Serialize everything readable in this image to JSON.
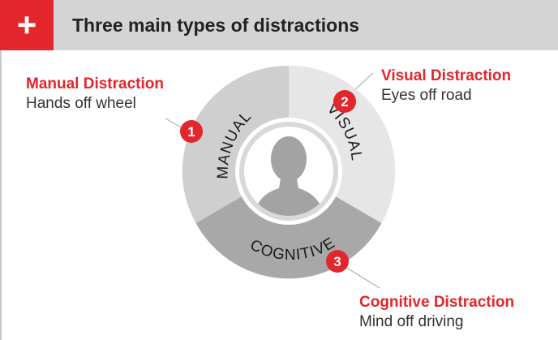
{
  "header": {
    "icon": "plus-icon",
    "title": "Three main types of distractions"
  },
  "colors": {
    "accent": "#e2262b",
    "header_bg": "#d4d4d4",
    "ring_manual": "#cfcfcf",
    "ring_visual": "#e6e6e6",
    "ring_cognitive": "#a8a8a8",
    "person": "#a3a3a3"
  },
  "diagram": {
    "center_icon": "person-silhouette-icon",
    "segments": [
      {
        "key": "manual",
        "label": "MANUAL",
        "badge": "1"
      },
      {
        "key": "visual",
        "label": "VISUAL",
        "badge": "2"
      },
      {
        "key": "cognitive",
        "label": "COGNITIVE",
        "badge": "3"
      }
    ]
  },
  "callouts": {
    "manual": {
      "title": "Manual Distraction",
      "desc": "Hands off wheel"
    },
    "visual": {
      "title": "Visual Distraction",
      "desc": "Eyes off road"
    },
    "cognitive": {
      "title": "Cognitive Distraction",
      "desc": "Mind off driving"
    }
  }
}
